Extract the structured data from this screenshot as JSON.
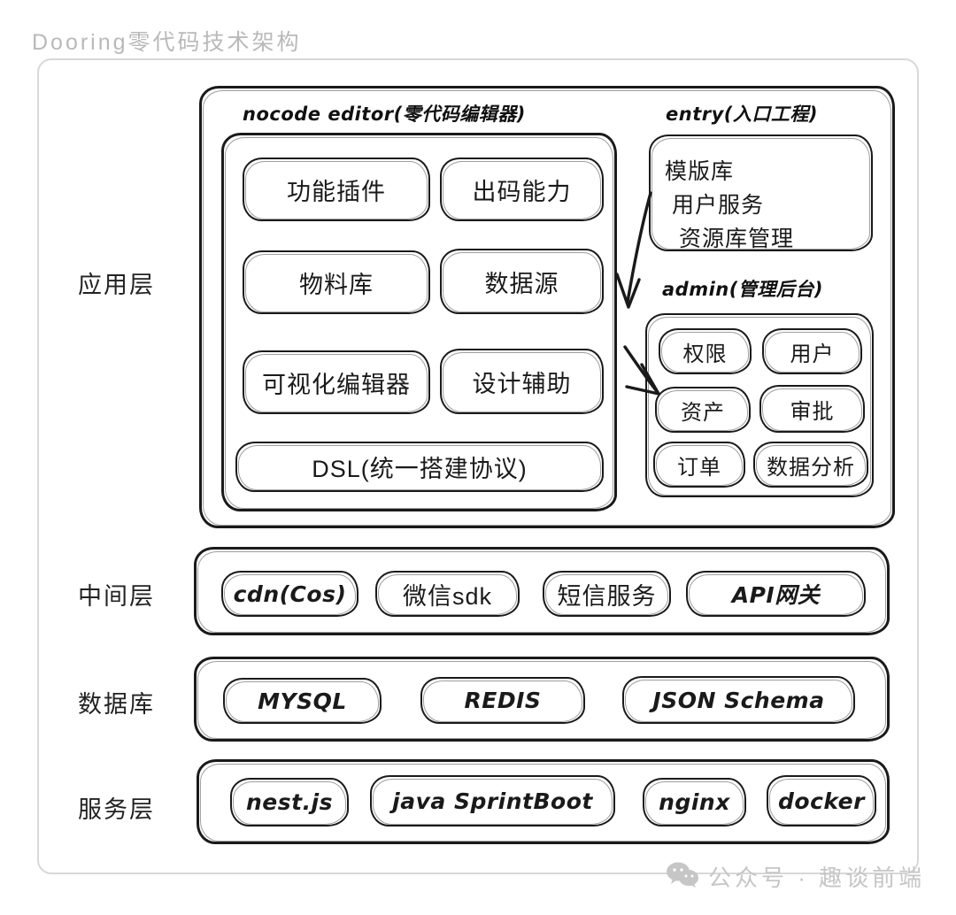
{
  "title": "Dooring零代码技术架构",
  "layers": [
    {
      "name": "应用层"
    },
    {
      "name": "中间层"
    },
    {
      "name": "数据库"
    },
    {
      "name": "服务层"
    }
  ],
  "application_layer": {
    "nocode_editor": {
      "caption": "nocode editor(零代码编辑器)",
      "modules": [
        {
          "label": "功能插件"
        },
        {
          "label": "出码能力"
        },
        {
          "label": "物料库"
        },
        {
          "label": "数据源"
        },
        {
          "label": "可视化编辑器"
        },
        {
          "label": "设计辅助"
        }
      ],
      "dsl": {
        "label": "DSL(统一搭建协议)"
      }
    },
    "entry": {
      "caption": "entry(入口工程)",
      "items": [
        {
          "label": "模版库"
        },
        {
          "label": "用户服务"
        },
        {
          "label": "资源库管理"
        }
      ]
    },
    "admin": {
      "caption": "admin(管理后台)",
      "modules": [
        {
          "label": "权限"
        },
        {
          "label": "用户"
        },
        {
          "label": "资产"
        },
        {
          "label": "审批"
        },
        {
          "label": "订单"
        },
        {
          "label": "数据分析"
        }
      ]
    }
  },
  "middleware_layer": {
    "items": [
      {
        "label": "cdn(Cos)",
        "latin": true
      },
      {
        "label": "微信sdk",
        "latin": false
      },
      {
        "label": "短信服务",
        "latin": false
      },
      {
        "label": "API网关",
        "latin": false
      }
    ]
  },
  "database_layer": {
    "items": [
      {
        "label": "MYSQL",
        "latin": true
      },
      {
        "label": "REDIS",
        "latin": true
      },
      {
        "label": "JSON Schema",
        "latin": true
      }
    ]
  },
  "service_layer": {
    "items": [
      {
        "label": "nest.js",
        "latin": true
      },
      {
        "label": "java SprintBoot",
        "latin": true
      },
      {
        "label": "nginx",
        "latin": true
      },
      {
        "label": "docker",
        "latin": true
      }
    ]
  },
  "watermark": {
    "text": "公众号 · 趣谈前端",
    "icon": "wechat-icon"
  },
  "colors": {
    "stroke": "#1a1a1a",
    "background": "#ffffff",
    "title": "#b9b9b9",
    "frame": "#d8d8d8",
    "watermark": "#c6c6c6"
  }
}
